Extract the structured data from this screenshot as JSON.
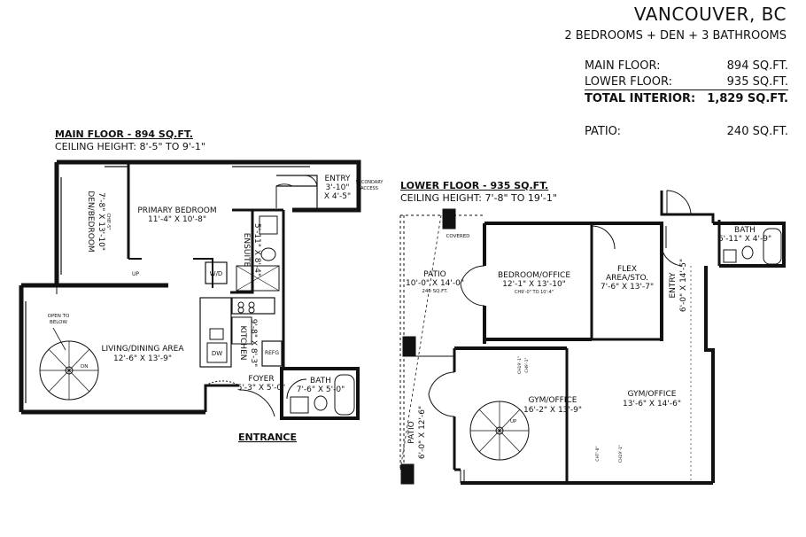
{
  "header": {
    "city": "VANCOUVER, BC",
    "summary": "2 BEDROOMS + DEN + 3 BATHROOMS",
    "areas": [
      {
        "label": "MAIN FLOOR:",
        "value": "894 SQ.FT."
      },
      {
        "label": "LOWER FLOOR:",
        "value": "935 SQ.FT."
      },
      {
        "label": "TOTAL INTERIOR:",
        "value": "1,829 SQ.FT."
      },
      {
        "label": "PATIO:",
        "value": "240 SQ.FT."
      }
    ]
  },
  "main_floor": {
    "title": "MAIN FLOOR - 894 SQ.FT.",
    "ceiling": "CEILING HEIGHT: 8'-5\" TO 9'-1\"",
    "entrance": "ENTRANCE",
    "rooms": {
      "den_name": "DEN/BEDROOM",
      "den_dims": "7'-8\" X 13'-10\"",
      "den_ch": "CH8'-5\"",
      "primary_name": "PRIMARY BEDROOM",
      "primary_dims": "11'-4\" X 10'-8\"",
      "entry_name": "ENTRY",
      "entry_dims1": "3'-10\"",
      "entry_dims2": "X 4'-5\"",
      "secondary1": "SECONDARY",
      "secondary2": "ACCESS",
      "ensuite_name": "ENSUITE",
      "ensuite_dims": "5'-11\" X 8'-4\"",
      "wd": "W/D",
      "up": "UP",
      "open1": "OPEN TO",
      "open2": "BELOW",
      "dn": "DN",
      "living_name": "LIVING/DINING AREA",
      "living_dims": "12'-6\" X 13'-9\"",
      "kitchen_name": "KITCHEN",
      "kitchen_dims": "9'-8\" X 8'-3\"",
      "dw": "DW",
      "refg": "REFG",
      "foyer_name": "FOYER",
      "foyer_dims": "5'-3\" X 5'-0\"",
      "bath_name": "BATH",
      "bath_dims": "7'-6\" X 5'-0\""
    }
  },
  "lower_floor": {
    "title": "LOWER FLOOR - 935 SQ.FT.",
    "ceiling": "CEILING HEIGHT: 7'-8\" TO 19'-1\"",
    "rooms": {
      "covered": "COVERED",
      "patio_name": "PATIO",
      "patio_dims": "10'-0\" X 14'-0\"",
      "patio_area": "240 SQ.FT.",
      "bedroom_name": "BEDROOM/OFFICE",
      "bedroom_dims": "12'-1\" X 13'-10\"",
      "bedroom_ch": "CH9'-0\" TO 10'-4\"",
      "flex_name1": "FLEX",
      "flex_name2": "AREA/STO.",
      "flex_dims": "7'-6\" X 13'-7\"",
      "entry_name": "ENTRY",
      "entry_dims": "6'-0\" X 14'-5\"",
      "bath_name": "BATH",
      "bath_dims": "6'-11\" X 4'-9\"",
      "gym1_name": "GYM/OFFICE",
      "gym1_dims": "16'-2\" X 13'-9\"",
      "gym2_name": "GYM/OFFICE",
      "gym2_dims": "13'-6\" X 14'-6\"",
      "patio2_name": "PATIO",
      "patio2_dims": "6'-0\" X 12'-6\"",
      "up": "UP",
      "ch1": "CH19'-1\"",
      "ch2": "CH9'-1\"",
      "ch3": "CH7'-8\"",
      "ch4": "CH19'-1\""
    }
  }
}
